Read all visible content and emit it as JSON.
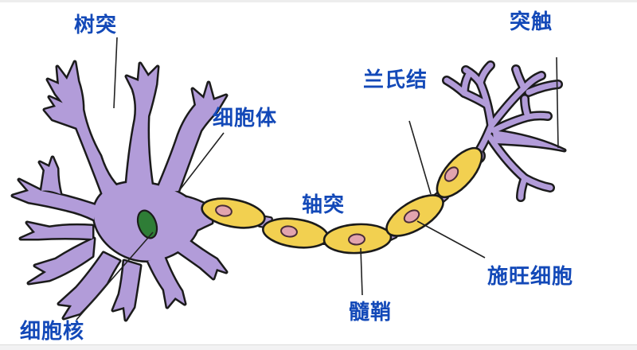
{
  "diagram": {
    "title": "neuron-structure-diagram",
    "labels": {
      "dendrite": "树突",
      "cell_body": "细胞体",
      "synapse": "突触",
      "node_of_ranvier": "兰氏结",
      "axon": "轴突",
      "myelin_sheath": "髓鞘",
      "schwann_cell": "施旺细胞",
      "nucleus": "细胞核"
    },
    "colors": {
      "label_text": "#1349b8",
      "neuron_body": "#b29cd9",
      "myelin": "#f2d050",
      "schwann_nucleus": "#e2a4ae",
      "cell_nucleus": "#2e7d36",
      "outline": "#1b1b1b"
    }
  }
}
